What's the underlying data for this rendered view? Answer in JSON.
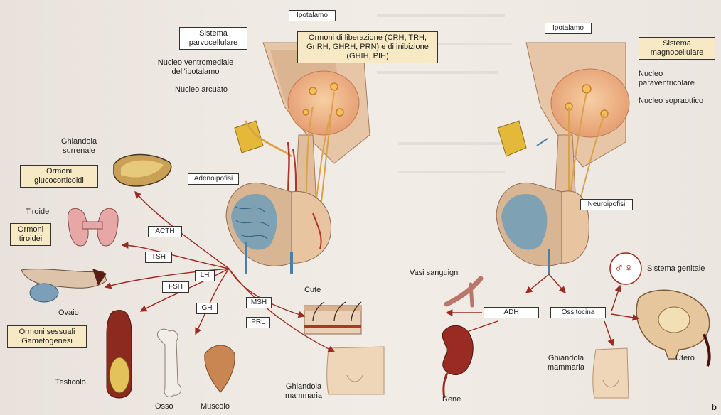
{
  "labels": {
    "ipotalamo_left": "Ipotalamo",
    "sistema_parvo": "Sistema parvocellulare",
    "ormoni_liberazione": "Ormoni di liberazione (CRH, TRH, GnRH, GHRH, PRN) e di inibizione (GHIH, PIH)",
    "nucleo_ventromediale": "Nucleo ventromediale dell'ipotalamo",
    "nucleo_arcuato": "Nucleo arcuato",
    "ghiandola_surrenale": "Ghiandola surrenale",
    "ormoni_glucocorticoidi": "Ormoni glucocorticoidi",
    "adenoipofisi": "Adenoipofisi",
    "tiroide": "Tiroide",
    "ormoni_tiroidei": "Ormoni tiroidei",
    "ovaio": "Ovaio",
    "ormoni_sessuali": "Ormoni sessuali Gametogenesi",
    "testicolo": "Testicolo",
    "osso": "Osso",
    "muscolo": "Muscolo",
    "cute": "Cute",
    "ghiandola_mammaria_left": "Ghiandola mammaria",
    "ipotalamo_right": "Ipotalamo",
    "sistema_magno": "Sistema magnocellulare",
    "nucleo_paraventricolare": "Nucleo paraventricolare",
    "nucleo_sopraottico": "Nucleo sopraottico",
    "neuroipofisi": "Neuroipofisi",
    "vasi_sanguigni": "Vasi sanguigni",
    "sistema_genitale": "Sistema genitale",
    "rene": "Rene",
    "ghiandola_mammaria_right": "Ghiandola mammaria",
    "utero": "Utero",
    "figure_letter": "b"
  },
  "hormones": {
    "acth": "ACTH",
    "tsh": "TSH",
    "lh": "LH",
    "fsh": "FSH",
    "gh": "GH",
    "msh": "MSH",
    "prl": "PRL",
    "adh": "ADH",
    "ossitocina": "Ossitocina"
  },
  "symbols": {
    "gender": "♂♀"
  },
  "colors": {
    "arrow": "#9c2a22",
    "yellow_box": "#f6e9c4",
    "tissue": "#e8c9a8",
    "nerve": "#d9a24a",
    "vessel_blue": "#4a7fa8"
  }
}
